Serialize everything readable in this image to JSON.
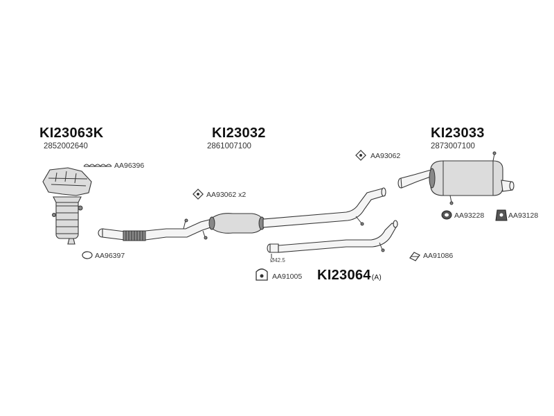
{
  "assemblies": {
    "catalytic": {
      "code": "KI23063K",
      "oem": "2852002640"
    },
    "middle": {
      "code": "KI23032",
      "oem": "2861007100"
    },
    "rear": {
      "code": "KI23033",
      "oem": "2873007100"
    },
    "front_pipe": {
      "code": "KI23064",
      "suffix": "(A)"
    }
  },
  "parts": {
    "gasket_set": "AA96396",
    "ring_gasket": "AA96397",
    "hanger_x2": "AA93062 x2",
    "hanger_top": "AA93062",
    "clamp": "AA91005",
    "rubber_a": "AA93228",
    "rubber_b": "AA93128",
    "clip": "AA91086",
    "diameter": "Ø42.5"
  }
}
